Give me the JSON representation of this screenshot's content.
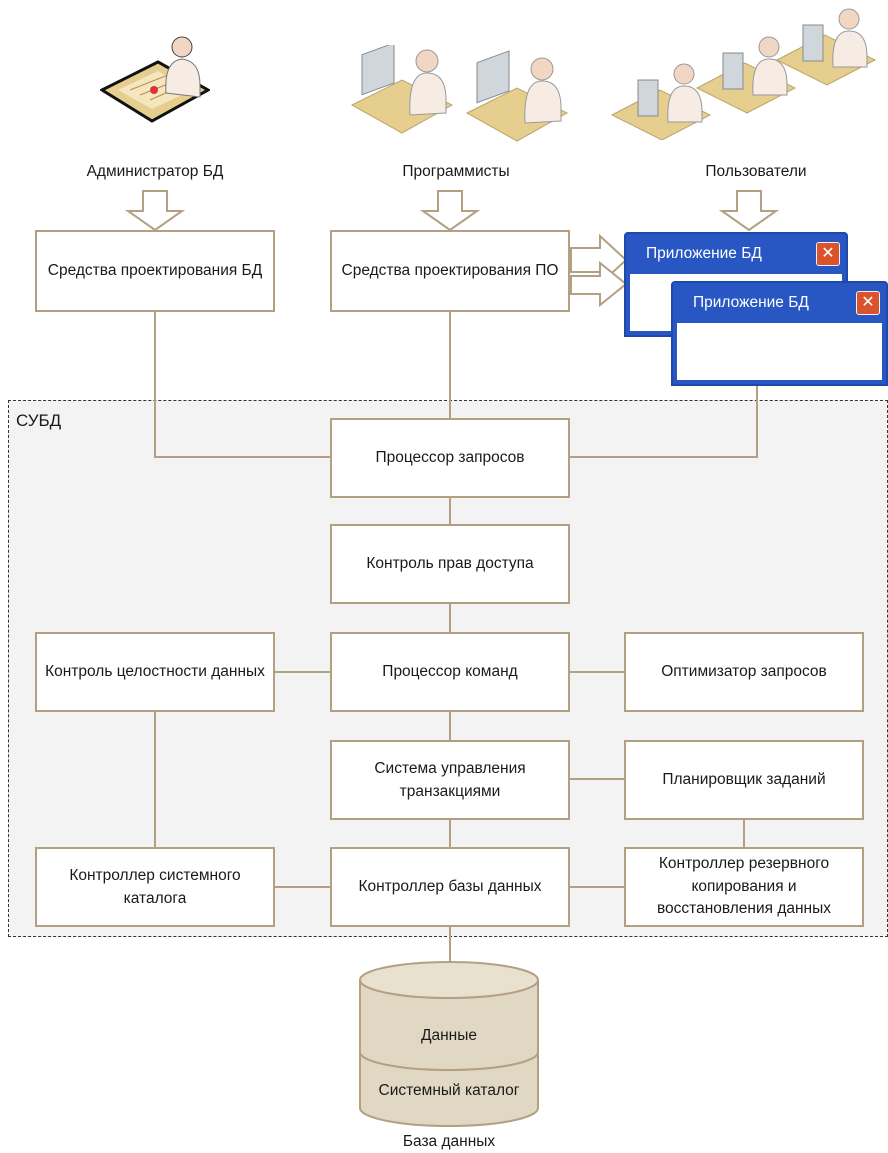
{
  "actors": {
    "admin": {
      "label": "Администратор БД",
      "icon": "admin-icon"
    },
    "programmers": {
      "label": "Программисты",
      "icon": "programmers-icon"
    },
    "users": {
      "label": "Пользователи",
      "icon": "users-icon"
    }
  },
  "tools": {
    "db_design": "Средства проектирования БД",
    "sw_design": "Средства проектирования ПО"
  },
  "app_windows": [
    {
      "title": "Приложение БД"
    },
    {
      "title": "Приложение БД"
    }
  ],
  "dbms": {
    "label": "СУБД",
    "query_processor": "Процессор запросов",
    "access_control": "Контроль прав доступа",
    "command_processor": "Процессор команд",
    "integrity_control": "Контроль целостности данных",
    "query_optimizer": "Оптимизатор запросов",
    "transaction_mgmt": "Система управления транзакциями",
    "job_scheduler": "Планировщик заданий",
    "catalog_controller": "Контроллер системного каталога",
    "db_controller": "Контроллер базы данных",
    "backup_controller": "Контроллер резервного копирования и восстановления данных"
  },
  "database": {
    "data": "Данные",
    "system_catalog": "Системный каталог",
    "label": "База данных"
  },
  "colors": {
    "box_border": "#b3a083",
    "connector": "#b3a083",
    "window_blue": "#2857c4",
    "close_red": "#d9532c",
    "cylinder_fill": "#e0d8c3",
    "dbms_bg": "#f3f3f3"
  }
}
